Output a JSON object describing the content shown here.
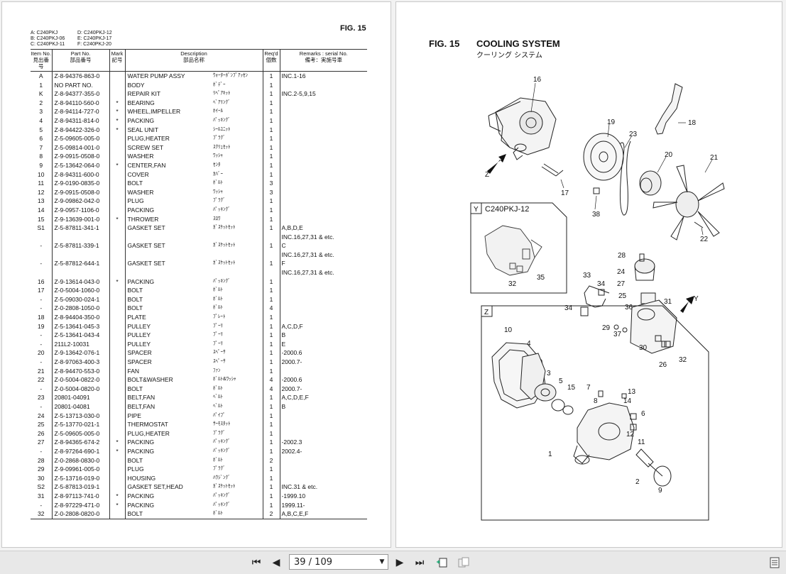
{
  "left_page": {
    "fig_label": "FIG. 15",
    "models": [
      [
        "A: C240PKJ",
        "D: C240PKJ-12"
      ],
      [
        "B: C240PKJ-06",
        "E: C240PKJ-17"
      ],
      [
        "C: C240PKJ-11",
        "F: C240PKJ-20"
      ]
    ],
    "headers": {
      "item_en": "Item No.",
      "item_jp": "見出番号",
      "part_en": "Part No.",
      "part_jp": "部品番号",
      "mark_en": "Mark",
      "mark_jp": "記号",
      "desc_en": "Description",
      "desc_jp": "部品名称",
      "req_en": "Req'd",
      "req_jp": "個数",
      "remarks_en": "Remarks : serial No.",
      "remarks_jp": "備考：実施号車"
    },
    "rows": [
      {
        "item": "A",
        "part": "Z-8-94376-863-0",
        "mark": "",
        "desc": "WATER PUMP ASSY",
        "jp": "ｳｫｰﾀｰﾎﾟﾝﾌﾟｱｯｾﾝ",
        "req": "1",
        "rem": "INC.1-16"
      },
      {
        "item": "1",
        "part": "NO PART NO.",
        "mark": "",
        "desc": "BODY",
        "jp": "ﾎﾞﾃﾞｰ",
        "req": "1",
        "rem": ""
      },
      {
        "item": "K",
        "part": "Z-8-94377-355-0",
        "mark": "",
        "desc": "REPAIR KIT",
        "jp": "ﾘﾍﾟｱｷｯﾄ",
        "req": "1",
        "rem": "INC.2-5,9,15"
      },
      {
        "item": "2",
        "part": "Z-8-94110-560-0",
        "mark": "*",
        "desc": "BEARING",
        "jp": "ﾍﾞｱﾘﾝｸﾞ",
        "req": "1",
        "rem": ""
      },
      {
        "item": "3",
        "part": "Z-8-94114-727-0",
        "mark": "*",
        "desc": "WHEEL,IMPELLER",
        "jp": "ﾎｲｰﾙ",
        "req": "1",
        "rem": ""
      },
      {
        "item": "4",
        "part": "Z-8-94311-814-0",
        "mark": "*",
        "desc": "PACKING",
        "jp": "ﾊﾟｯｷﾝｸﾞ",
        "req": "1",
        "rem": ""
      },
      {
        "item": "5",
        "part": "Z-8-94422-326-0",
        "mark": "*",
        "desc": "SEAL UNIT",
        "jp": "ｼｰﾙﾕﾆｯﾄ",
        "req": "1",
        "rem": ""
      },
      {
        "item": "6",
        "part": "Z-5-09605-005-0",
        "mark": "",
        "desc": "PLUG,HEATER",
        "jp": "ﾌﾟﾗｸﾞ",
        "req": "1",
        "rem": ""
      },
      {
        "item": "7",
        "part": "Z-5-09814-001-0",
        "mark": "",
        "desc": "SCREW SET",
        "jp": "ｽｸﾘｭｾｯﾄ",
        "req": "1",
        "rem": ""
      },
      {
        "item": "8",
        "part": "Z-9-0915-0508-0",
        "mark": "",
        "desc": "WASHER",
        "jp": "ﾜｯｼｬ",
        "req": "1",
        "rem": ""
      },
      {
        "item": "9",
        "part": "Z-5-13642-064-0",
        "mark": "*",
        "desc": "CENTER,FAN",
        "jp": "ｾﾝﾀ",
        "req": "1",
        "rem": ""
      },
      {
        "item": "10",
        "part": "Z-8-94311-600-0",
        "mark": "",
        "desc": "COVER",
        "jp": "ｶﾊﾞｰ",
        "req": "1",
        "rem": ""
      },
      {
        "item": "11",
        "part": "Z-9-0190-0835-0",
        "mark": "",
        "desc": "BOLT",
        "jp": "ﾎﾞﾙﾄ",
        "req": "3",
        "rem": ""
      },
      {
        "item": "12",
        "part": "Z-9-0915-0508-0",
        "mark": "",
        "desc": "WASHER",
        "jp": "ﾜｯｼｬ",
        "req": "3",
        "rem": ""
      },
      {
        "item": "13",
        "part": "Z-9-09862-042-0",
        "mark": "",
        "desc": "PLUG",
        "jp": "ﾌﾟﾗｸﾞ",
        "req": "1",
        "rem": ""
      },
      {
        "item": "14",
        "part": "Z-9-0957-1106-0",
        "mark": "",
        "desc": "PACKING",
        "jp": "ﾊﾟｯｷﾝｸﾞ",
        "req": "1",
        "rem": ""
      },
      {
        "item": "15",
        "part": "Z-9-13639-001-0",
        "mark": "*",
        "desc": "THROWER",
        "jp": "ｽﾛﾜ",
        "req": "1",
        "rem": ""
      },
      {
        "item": "S1",
        "part": "Z-5-87811-341-1",
        "mark": "",
        "desc": "GASKET SET",
        "jp": "ｶﾞｽｹｯﾄｾｯﾄ",
        "req": "1",
        "rem": "A,B,D,E"
      },
      {
        "item": "",
        "part": "",
        "mark": "",
        "desc": "",
        "jp": "",
        "req": "",
        "rem": "INC.16,27,31 & etc."
      },
      {
        "item": "-",
        "part": "Z-5-87811-339-1",
        "mark": "",
        "desc": "GASKET SET",
        "jp": "ｶﾞｽｹｯﾄｾｯﾄ",
        "req": "1",
        "rem": "C"
      },
      {
        "item": "",
        "part": "",
        "mark": "",
        "desc": "",
        "jp": "",
        "req": "",
        "rem": "INC.16,27,31 & etc."
      },
      {
        "item": "-",
        "part": "Z-5-87812-644-1",
        "mark": "",
        "desc": "GASKET SET",
        "jp": "ｶﾞｽｹｯﾄｾｯﾄ",
        "req": "1",
        "rem": "F"
      },
      {
        "item": "",
        "part": "",
        "mark": "",
        "desc": "",
        "jp": "",
        "req": "",
        "rem": "INC.16,27,31 & etc."
      },
      {
        "item": "16",
        "part": "Z-9-13614-043-0",
        "mark": "*",
        "desc": "PACKING",
        "jp": "ﾊﾟｯｷﾝｸﾞ",
        "req": "1",
        "rem": ""
      },
      {
        "item": "17",
        "part": "Z-0-5004-1060-0",
        "mark": "",
        "desc": "BOLT",
        "jp": "ﾎﾞﾙﾄ",
        "req": "1",
        "rem": ""
      },
      {
        "item": "-",
        "part": "Z-5-09030-024-1",
        "mark": "",
        "desc": "BOLT",
        "jp": "ﾎﾞﾙﾄ",
        "req": "1",
        "rem": ""
      },
      {
        "item": "-",
        "part": "Z-0-2808-1050-0",
        "mark": "",
        "desc": "BOLT",
        "jp": "ﾎﾞﾙﾄ",
        "req": "4",
        "rem": ""
      },
      {
        "item": "18",
        "part": "Z-8-94404-350-0",
        "mark": "",
        "desc": "PLATE",
        "jp": "ﾌﾟﾚｰﾄ",
        "req": "1",
        "rem": ""
      },
      {
        "item": "19",
        "part": "Z-5-13641-045-3",
        "mark": "",
        "desc": "PULLEY",
        "jp": "ﾌﾟｰﾘ",
        "req": "1",
        "rem": "A,C,D,F"
      },
      {
        "item": "-",
        "part": "Z-5-13641-043-4",
        "mark": "",
        "desc": "PULLEY",
        "jp": "ﾌﾟｰﾘ",
        "req": "1",
        "rem": "B"
      },
      {
        "item": "-",
        "part": "211L2-10031",
        "mark": "",
        "desc": "PULLEY",
        "jp": "ﾌﾟｰﾘ",
        "req": "1",
        "rem": "E"
      },
      {
        "item": "20",
        "part": "Z-9-13642-076-1",
        "mark": "",
        "desc": "SPACER",
        "jp": "ｽﾍﾟｰｻ",
        "req": "1",
        "rem": "-2000.6"
      },
      {
        "item": "-",
        "part": "Z-8-97063-400-3",
        "mark": "",
        "desc": "SPACER",
        "jp": "ｽﾍﾟｰｻ",
        "req": "1",
        "rem": "2000.7-"
      },
      {
        "item": "21",
        "part": "Z-8-94470-553-0",
        "mark": "",
        "desc": "FAN",
        "jp": "ﾌｧﾝ",
        "req": "1",
        "rem": ""
      },
      {
        "item": "22",
        "part": "Z-0-5004-0822-0",
        "mark": "",
        "desc": "BOLT&WASHER",
        "jp": "ﾎﾞﾙﾄ&ﾜｯｼｬ",
        "req": "4",
        "rem": "-2000.6"
      },
      {
        "item": "-",
        "part": "Z-0-5004-0820-0",
        "mark": "",
        "desc": "BOLT",
        "jp": "ﾎﾞﾙﾄ",
        "req": "4",
        "rem": "2000.7-"
      },
      {
        "item": "23",
        "part": "20801-04091",
        "mark": "",
        "desc": "BELT,FAN",
        "jp": "ﾍﾞﾙﾄ",
        "req": "1",
        "rem": "A,C,D,E,F"
      },
      {
        "item": "-",
        "part": "20801-04081",
        "mark": "",
        "desc": "BELT,FAN",
        "jp": "ﾍﾞﾙﾄ",
        "req": "1",
        "rem": "B"
      },
      {
        "item": "24",
        "part": "Z-5-13713-030-0",
        "mark": "",
        "desc": "PIPE",
        "jp": "ﾊﾟｲﾌﾟ",
        "req": "1",
        "rem": ""
      },
      {
        "item": "25",
        "part": "Z-5-13770-021-1",
        "mark": "",
        "desc": "THERMOSTAT",
        "jp": "ｻｰﾓｽﾀｯﾄ",
        "req": "1",
        "rem": ""
      },
      {
        "item": "26",
        "part": "Z-5-09605-005-0",
        "mark": "",
        "desc": "PLUG,HEATER",
        "jp": "ﾌﾟﾗｸﾞ",
        "req": "1",
        "rem": ""
      },
      {
        "item": "27",
        "part": "Z-8-94365-674-2",
        "mark": "*",
        "desc": "PACKING",
        "jp": "ﾊﾟｯｷﾝｸﾞ",
        "req": "1",
        "rem": "-2002.3"
      },
      {
        "item": "-",
        "part": "Z-8-97264-690-1",
        "mark": "*",
        "desc": "PACKING",
        "jp": "ﾊﾟｯｷﾝｸﾞ",
        "req": "1",
        "rem": "2002.4-"
      },
      {
        "item": "28",
        "part": "Z-0-2868-0830-0",
        "mark": "",
        "desc": "BOLT",
        "jp": "ﾎﾞﾙﾄ",
        "req": "2",
        "rem": ""
      },
      {
        "item": "29",
        "part": "Z-9-09961-005-0",
        "mark": "",
        "desc": "PLUG",
        "jp": "ﾌﾟﾗｸﾞ",
        "req": "1",
        "rem": ""
      },
      {
        "item": "30",
        "part": "Z-5-13716-019-0",
        "mark": "",
        "desc": "HOUSING",
        "jp": "ﾊｳｼﾞﾝｸﾞ",
        "req": "1",
        "rem": ""
      },
      {
        "item": "S2",
        "part": "Z-5-87813-019-1",
        "mark": "",
        "desc": "GASKET SET,HEAD",
        "jp": "ｶﾞｽｹｯﾄｾｯﾄ",
        "req": "1",
        "rem": "INC.31 & etc."
      },
      {
        "item": "31",
        "part": "Z-8-97113-741-0",
        "mark": "*",
        "desc": "PACKING",
        "jp": "ﾊﾟｯｷﾝｸﾞ",
        "req": "1",
        "rem": "-1999.10"
      },
      {
        "item": "-",
        "part": "Z-8-97229-471-0",
        "mark": "*",
        "desc": "PACKING",
        "jp": "ﾊﾟｯｷﾝｸﾞ",
        "req": "1",
        "rem": "1999.11-"
      },
      {
        "item": "32",
        "part": "Z-0-2808-0820-0",
        "mark": "",
        "desc": "BOLT",
        "jp": "ﾎﾞﾙﾄ",
        "req": "2",
        "rem": "A,B,C,E,F"
      }
    ]
  },
  "right_page": {
    "fig_label": "FIG. 15",
    "title_en": "COOLING SYSTEM",
    "title_jp": "クーリング システム",
    "inset_y_letter": "Y",
    "inset_y_model": "C240PKJ-12",
    "inset_z_letter": "Z",
    "view_z": "Z",
    "view_y": "Y",
    "callouts": [
      "16",
      "18",
      "19",
      "23",
      "20",
      "21",
      "17",
      "38",
      "22",
      "28",
      "24",
      "27",
      "25",
      "33",
      "34",
      "36",
      "31",
      "34",
      "29",
      "37",
      "30",
      "26",
      "32",
      "35",
      "32",
      "10",
      "4",
      "3",
      "5",
      "15",
      "7",
      "8",
      "13",
      "14",
      "6",
      "12",
      "11",
      "1",
      "2",
      "9"
    ]
  },
  "toolbar": {
    "page_indicator": "39 / 109"
  },
  "colors": {
    "viewer_bg": "#f2f2f2",
    "toolbar_bg": "#e8e8e8"
  }
}
